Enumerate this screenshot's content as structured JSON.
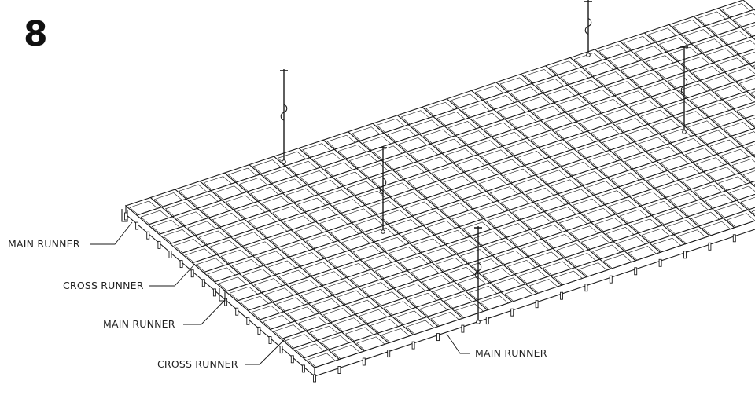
{
  "step_number": "8",
  "labels": {
    "main_runner_1": "MAIN RUNNER",
    "cross_runner_1": "CROSS RUNNER",
    "main_runner_2": "MAIN RUNNER",
    "cross_runner_2": "CROSS RUNNER",
    "main_runner_3": "MAIN RUNNER"
  },
  "colors": {
    "line": "#1a1a1a",
    "background": "#ffffff"
  }
}
